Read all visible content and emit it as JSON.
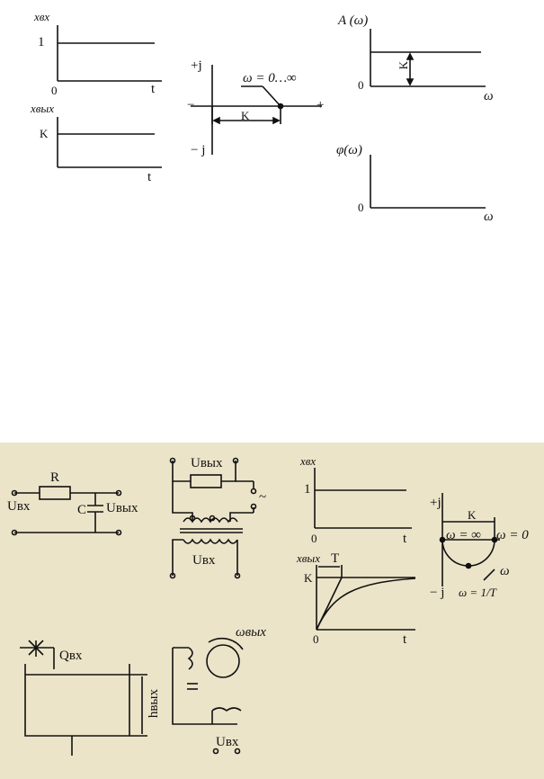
{
  "colors": {
    "paper_bottom": "#ece4c9",
    "ink": "#111111"
  },
  "top": {
    "input_response": {
      "ylabel": "xвх",
      "level": "1",
      "origin": "0",
      "xlabel": "t"
    },
    "output_response": {
      "ylabel": "xвых",
      "level": "K",
      "xlabel": "t"
    },
    "nyquist": {
      "plus_j": "+j",
      "minus_j": "− j",
      "minus": "−",
      "plus": "+",
      "omega_range": "ω = 0…∞",
      "segment": "K"
    },
    "amplitude": {
      "ylabel": "A (ω)",
      "origin": "0",
      "level": "K",
      "xlabel": "ω"
    },
    "phase": {
      "ylabel": "φ(ω)",
      "origin": "0",
      "xlabel": "ω"
    }
  },
  "bottom": {
    "rc_circuit": {
      "r": "R",
      "c": "C",
      "u_in": "Uвх",
      "u_out": "Uвых"
    },
    "transformer_circuit": {
      "u_out": "Uвых",
      "u_in": "Uвх",
      "ac": "~"
    },
    "input_step": {
      "ylabel": "xвх",
      "level": "1",
      "origin": "0",
      "xlabel": "t"
    },
    "output_exp": {
      "ylabel": "xвых",
      "tau": "T",
      "level": "K",
      "origin": "0",
      "xlabel": "t"
    },
    "hodograph": {
      "plus_j": "+j",
      "minus_j": "− j",
      "k": "K",
      "w_inf": "ω = ∞",
      "w_zero": "ω = 0",
      "w_arrow": "ω",
      "w_mid": "ω = 1/T"
    },
    "tank": {
      "q_in": "Qвх",
      "h_out": "hвых"
    },
    "motor": {
      "omega_out": "ωвых",
      "u_in": "Uвх"
    }
  }
}
